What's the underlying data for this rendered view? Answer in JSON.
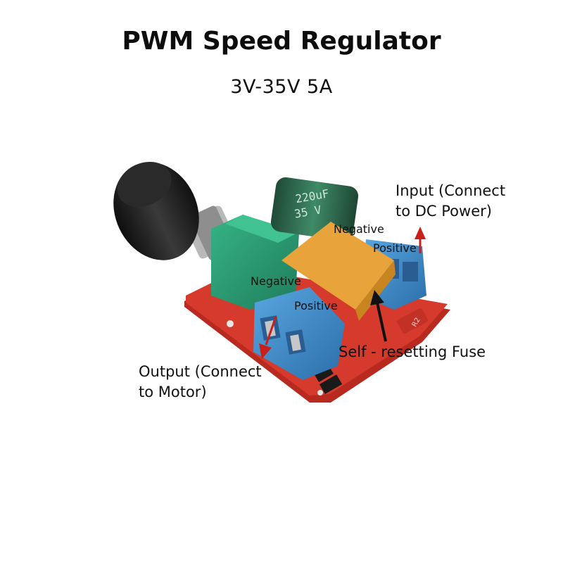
{
  "title": "PWM Speed Regulator",
  "subtitle": "3V-35V  5A",
  "labels": {
    "input_line1": "Input (Connect",
    "input_line2": "to DC Power)",
    "output_line1": "Output (Connect",
    "output_line2": "to Motor)",
    "fuse": "Self - resetting Fuse",
    "input_negative": "Negative",
    "input_positive": "Positive",
    "output_negative": "Negative",
    "output_positive": "Positive"
  },
  "board_markings": {
    "capacitor": "220uF",
    "capacitor_voltage": "35 V",
    "pcb_label": "R2"
  },
  "colors": {
    "pcb": "#d63a2c",
    "terminal": "#3d88c8",
    "potentiometer": "#2e9e76",
    "fuse": "#e8a33a",
    "capacitor": "#2f6a4f",
    "knob": "#1c1c1c",
    "arrow_red": "#c8201a",
    "arrow_black": "#111111"
  },
  "icons": [
    "knob-icon",
    "arrow-up-icon",
    "arrow-down-icon",
    "arrow-pointer-icon"
  ]
}
